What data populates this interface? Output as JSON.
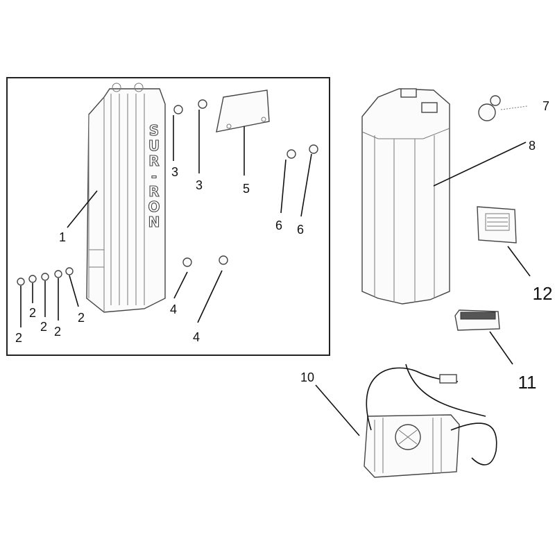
{
  "callouts": {
    "c1": "1",
    "c2": "2",
    "c3": "3",
    "c4": "4",
    "c5": "5",
    "c6": "6",
    "c7": "7",
    "c8": "8",
    "c10": "10",
    "c11": "11",
    "c12": "12"
  },
  "logo": {
    "text": [
      "S",
      "U",
      "R",
      "-",
      "R",
      "O",
      "N"
    ]
  }
}
